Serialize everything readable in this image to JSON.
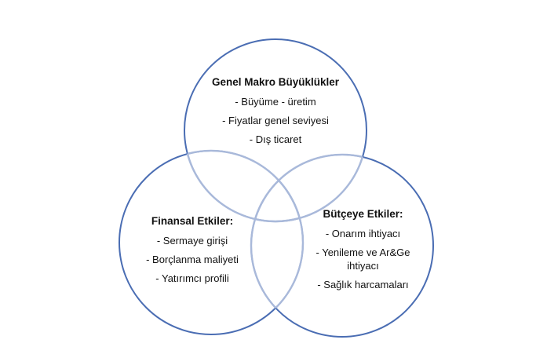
{
  "diagram": {
    "stroke_color": "#4a6db3",
    "overlap_color": "#a9b9da",
    "sets": [
      {
        "title": "Genel Makro Büyüklükler",
        "items": [
          "- Büyüme - üretim",
          "- Fiyatlar genel seviyesi",
          "- Dış ticaret"
        ]
      },
      {
        "title": "Finansal Etkiler:",
        "items": [
          "- Sermaye girişi",
          "- Borçlanma maliyeti",
          "- Yatırımcı profili"
        ]
      },
      {
        "title": "Bütçeye Etkiler:",
        "items": [
          "- Onarım ihtiyacı",
          "- Yenileme ve Ar&Ge ihtiyacı",
          "- Sağlık harcamaları"
        ]
      }
    ]
  }
}
